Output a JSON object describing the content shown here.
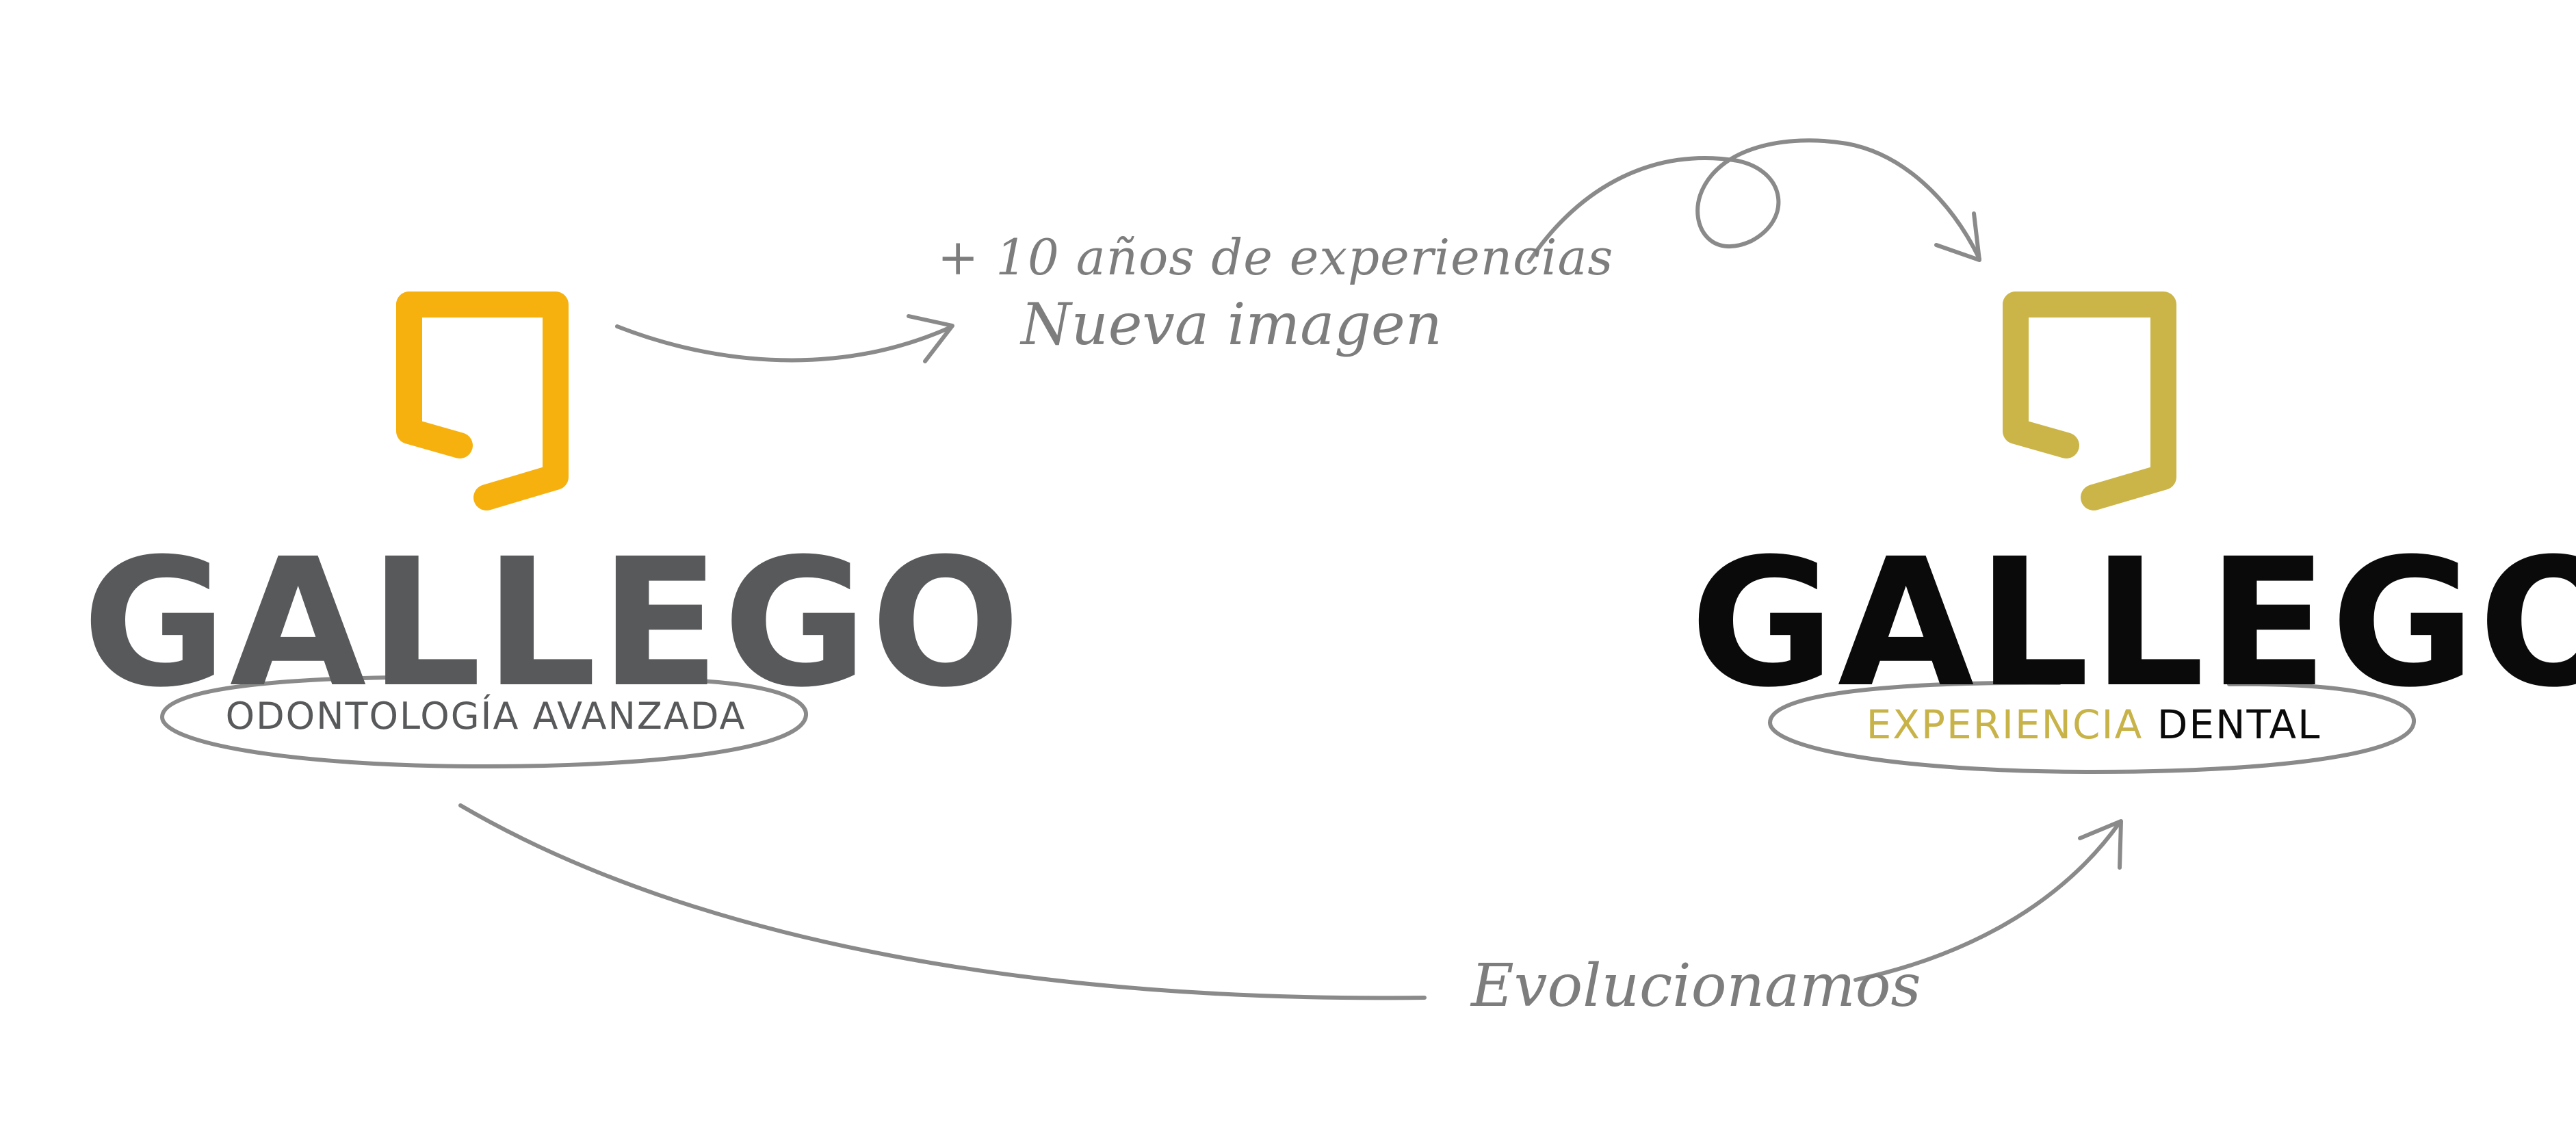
{
  "logos": {
    "old": {
      "brand": "GALLEGO",
      "tagline": "ODONTOLOGÍA AVANZADA",
      "icon": "dental-quote-mark-icon",
      "icon_color": "#f7b10f",
      "text_color": "#58595b"
    },
    "new": {
      "brand": "GALLEGO",
      "tagline_part1": "EXPERIENCIA",
      "tagline_part2": "DENTAL",
      "icon": "dental-quote-mark-icon",
      "icon_color": "#cbb548",
      "text_color": "#0a0a0a"
    }
  },
  "notes": {
    "experience": "+ 10 años de experiencias",
    "new_image": "Nueva imagen",
    "evolve": "Evolucionamos"
  },
  "colors": {
    "arrow": "#8a8a8a",
    "ellipse": "#8a8a8a"
  }
}
